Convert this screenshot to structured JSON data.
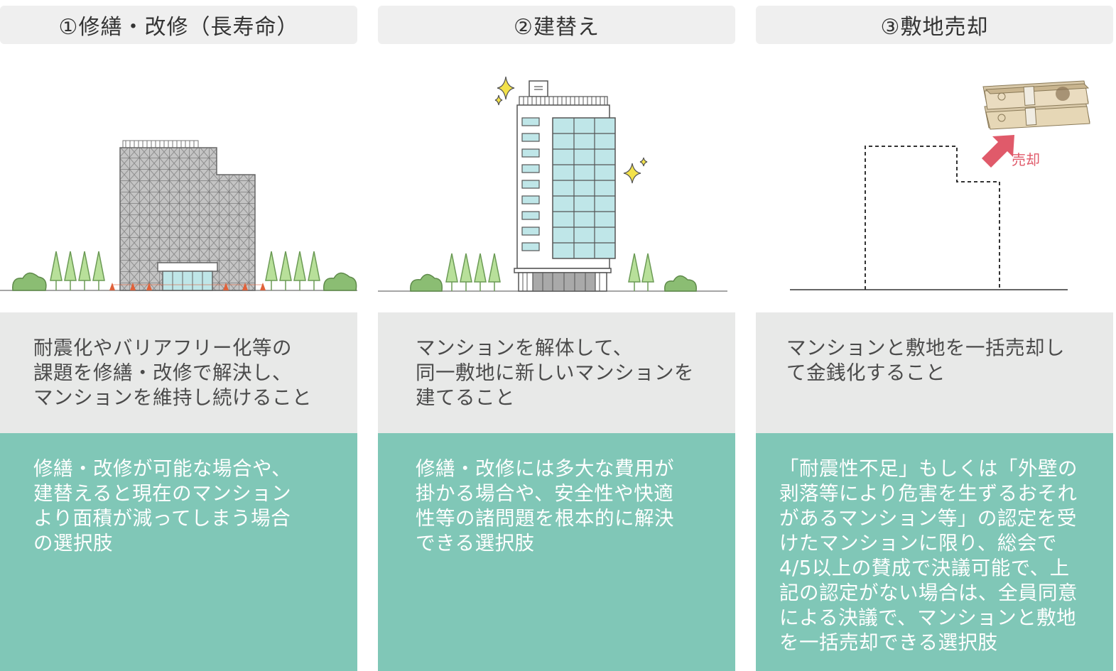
{
  "options": [
    {
      "title": "①修繕・改修（長寿命）",
      "description": "耐震化やバリアフリー化等の\n課題を修繕・改修で解決し、\nマンションを維持し続けること",
      "note": "修繕・改修が可能な場合や、\n建替えると現在のマンション\nより面積が減ってしまう場合\nの選択肢"
    },
    {
      "title": "②建替え",
      "description": "マンションを解体して、\n同一敷地に新しいマンションを\n建てること",
      "note": "修繕・改修には多大な費用が\n掛かる場合や、安全性や快適\n性等の諸問題を根本的に解決\nできる選択肢"
    },
    {
      "title": "③敷地売却",
      "description": "マンションと敷地を一括売却し\nて金銭化すること",
      "note": "「耐震性不足」もしくは「外壁の\n剥落等により危害を生ずるおそれ\nがあるマンション等」の認定を受\nけたマンションに限り、総会で\n4/5以上の賛成で決議可能で、上\n記の認定がない場合は、全員同意\nによる決議で、マンションと敷地\nを一括売却できる選択肢",
      "sale_label": "売却"
    }
  ],
  "colors": {
    "header_bg": "#efefef",
    "description_bg": "#e8e9e8",
    "note_bg": "#80c7b7",
    "tree_green": "#a8d88a",
    "arrow_red": "#e05a6a"
  },
  "icons": [
    "scaffolded-building-icon",
    "new-building-icon",
    "sparkle-icon",
    "empty-lot-icon",
    "money-stack-icon",
    "arrow-up-right-icon"
  ]
}
